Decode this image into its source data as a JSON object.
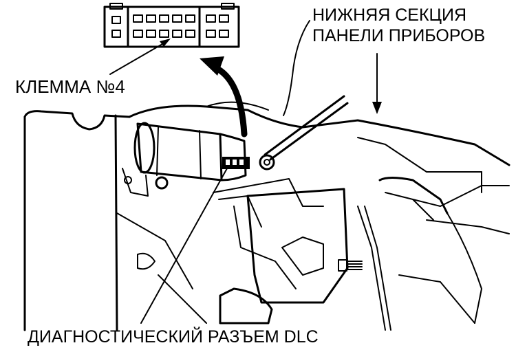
{
  "labels": {
    "panel_line1": "НИЖНЯЯ СЕКЦИЯ",
    "panel_line2": "ПАНЕЛИ ПРИБОРОВ",
    "terminal": "КЛЕММА №4",
    "dlc": "ДИАГНОСТИЧЕСКИЙ РАЗЪЕМ DLC"
  },
  "colors": {
    "ink": "#000000",
    "background": "#ffffff"
  }
}
